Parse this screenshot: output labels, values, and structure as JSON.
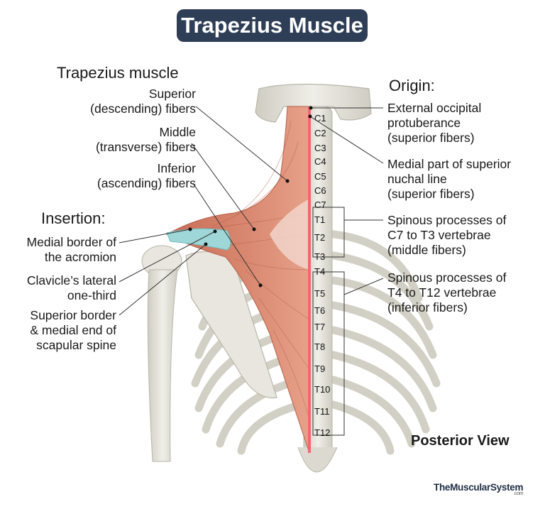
{
  "title": "Trapezius Muscle",
  "muscle": {
    "heading": "Trapezius muscle",
    "superior_a": "Superior",
    "superior_b": "(descending) fibers",
    "middle_a": "Middle",
    "middle_b": "(transverse) fibers",
    "inferior_a": "Inferior",
    "inferior_b": "(ascending) fibers"
  },
  "insertion": {
    "heading": "Insertion:",
    "acromion_a": "Medial border of",
    "acromion_b": "the acromion",
    "clavicle_a": "Clavicle’s lateral",
    "clavicle_b": "one-third",
    "spine_a": "Superior border",
    "spine_b": "& medial end of",
    "spine_c": "scapular spine"
  },
  "origin": {
    "heading": "Origin:",
    "eop_a": "External occipital",
    "eop_b": "protuberance",
    "eop_c": "(superior fibers)",
    "nuchal_a": "Medial part of superior",
    "nuchal_b": "nuchal line",
    "nuchal_c": "(superior fibers)",
    "c7t3_a": "Spinous processes of",
    "c7t3_b": "C7 to T3 vertebrae",
    "c7t3_c": "(middle fibers)",
    "t4t12_a": "Spinous processes of",
    "t4t12_b": "T4 to T12 vertebrae",
    "t4t12_c": "(inferior fibers)"
  },
  "vertebrae": [
    "C1",
    "C2",
    "C3",
    "C4",
    "C5",
    "C6",
    "C7",
    "T1",
    "T2",
    "T3",
    "T4",
    "T5",
    "T6",
    "T7",
    "T8",
    "T9",
    "T10",
    "T11",
    "T12"
  ],
  "view": "Posterior View",
  "brand": "TheMuscularSystem",
  "brand_suffix": ".com",
  "colors": {
    "title_bg": "#2e3e57",
    "muscle": "#d9826b",
    "muscle_dark": "#c06a55",
    "origin_line": "#f0686e",
    "insertion": "#9fd7d8",
    "bone": "#e4e2d8",
    "bone_edge": "#b9b6a8"
  }
}
